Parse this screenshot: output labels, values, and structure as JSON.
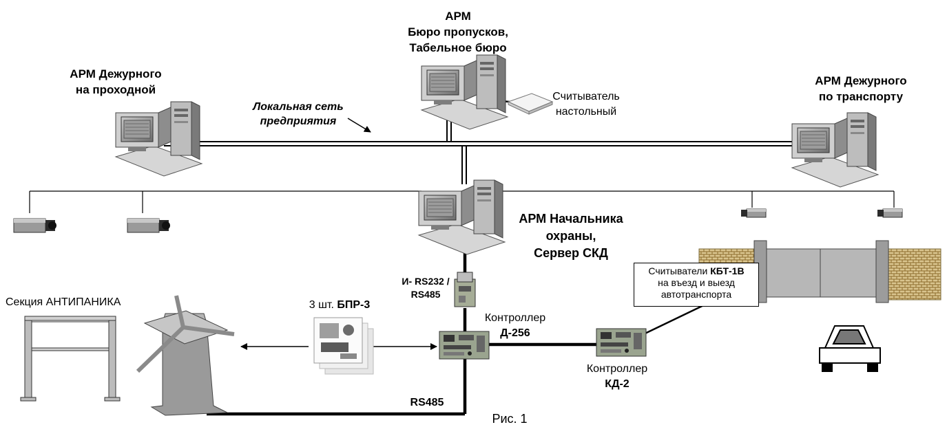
{
  "labels": {
    "arm_bureau_1": "АРМ",
    "arm_bureau_2": "Бюро пропусков,",
    "arm_bureau_3": "Табельное бюро",
    "arm_gate_1": "АРМ Дежурного",
    "arm_gate_2": "на проходной",
    "arm_transport_1": "АРМ Дежурного",
    "arm_transport_2": "по транспорту",
    "lan_1": "Локальная сеть",
    "lan_2": "предприятия",
    "reader_desk_1": "Считыватель",
    "reader_desk_2": "настольный",
    "arm_chief_1": "АРМ Начальника",
    "arm_chief_2": "охраны,",
    "arm_chief_3": "Сервер СКД",
    "converter_1": "И- RS232 /",
    "converter_2": "RS485",
    "antipanic": "Секция АНТИПАНИКА",
    "bpr_prefix": "3 шт. ",
    "bpr_name": "БПР-3",
    "ctrl_d_1": "Контроллер",
    "ctrl_d_2": "Д-256",
    "readers_prefix": "Считыватели ",
    "readers_name": "КБТ-1В",
    "readers_2": "на въезд и выезд",
    "readers_3": "автотранспорта",
    "ctrl_kd_1": "Контроллер",
    "ctrl_kd_2": "КД-2",
    "rs485": "RS485",
    "caption": "Рис. 1"
  },
  "icons": {
    "workstation": "computer-workstation-icon",
    "camera": "cctv-camera-icon",
    "turnstile": "tripod-turnstile-icon",
    "gate": "sliding-gate-icon",
    "car": "car-icon"
  }
}
